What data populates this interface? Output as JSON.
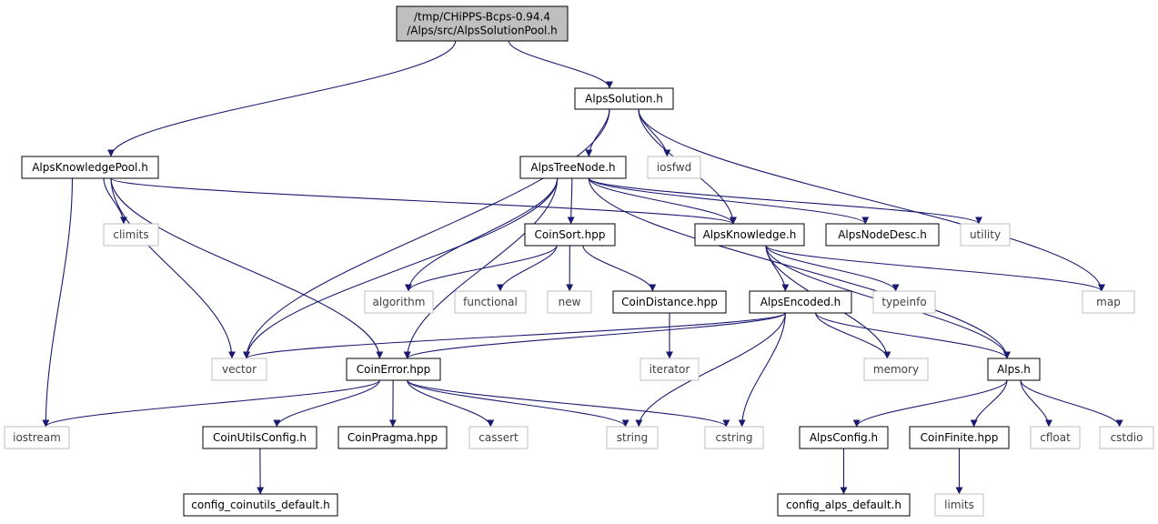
{
  "colors": {
    "edge": "#191970",
    "root_fill": "#bfbfbf",
    "local_border": "#000000",
    "system_border": "#bfbfbf",
    "system_text": "#3f3f3f",
    "text": "#000000"
  },
  "nodes": [
    {
      "id": "root",
      "lines": [
        "/tmp/CHiPPS-Bcps-0.94.4",
        "/Alps/src/AlpsSolutionPool.h"
      ],
      "kind": "root"
    },
    {
      "id": "alpssolution",
      "lines": [
        "AlpsSolution.h"
      ],
      "kind": "local"
    },
    {
      "id": "alpsknowledgepool",
      "lines": [
        "AlpsKnowledgePool.h"
      ],
      "kind": "local"
    },
    {
      "id": "alpstreenode",
      "lines": [
        "AlpsTreeNode.h"
      ],
      "kind": "local"
    },
    {
      "id": "iosfwd",
      "lines": [
        "iosfwd"
      ],
      "kind": "system"
    },
    {
      "id": "climits",
      "lines": [
        "climits"
      ],
      "kind": "system"
    },
    {
      "id": "coinsort",
      "lines": [
        "CoinSort.hpp"
      ],
      "kind": "local"
    },
    {
      "id": "alpsknowledge",
      "lines": [
        "AlpsKnowledge.h"
      ],
      "kind": "local"
    },
    {
      "id": "alpsnodedesc",
      "lines": [
        "AlpsNodeDesc.h"
      ],
      "kind": "local"
    },
    {
      "id": "utility",
      "lines": [
        "utility"
      ],
      "kind": "system"
    },
    {
      "id": "algorithm",
      "lines": [
        "algorithm"
      ],
      "kind": "system"
    },
    {
      "id": "functional",
      "lines": [
        "functional"
      ],
      "kind": "system"
    },
    {
      "id": "new",
      "lines": [
        "new"
      ],
      "kind": "system"
    },
    {
      "id": "coindistance",
      "lines": [
        "CoinDistance.hpp"
      ],
      "kind": "local"
    },
    {
      "id": "alpsencoded",
      "lines": [
        "AlpsEncoded.h"
      ],
      "kind": "local"
    },
    {
      "id": "typeinfo",
      "lines": [
        "typeinfo"
      ],
      "kind": "system"
    },
    {
      "id": "map",
      "lines": [
        "map"
      ],
      "kind": "system"
    },
    {
      "id": "vector",
      "lines": [
        "vector"
      ],
      "kind": "system"
    },
    {
      "id": "coinerror",
      "lines": [
        "CoinError.hpp"
      ],
      "kind": "local"
    },
    {
      "id": "iterator",
      "lines": [
        "iterator"
      ],
      "kind": "system"
    },
    {
      "id": "memory",
      "lines": [
        "memory"
      ],
      "kind": "system"
    },
    {
      "id": "alps",
      "lines": [
        "Alps.h"
      ],
      "kind": "local"
    },
    {
      "id": "iostream",
      "lines": [
        "iostream"
      ],
      "kind": "system"
    },
    {
      "id": "coinutilsconfig",
      "lines": [
        "CoinUtilsConfig.h"
      ],
      "kind": "local"
    },
    {
      "id": "coinpragma",
      "lines": [
        "CoinPragma.hpp"
      ],
      "kind": "local"
    },
    {
      "id": "cassert",
      "lines": [
        "cassert"
      ],
      "kind": "system"
    },
    {
      "id": "string",
      "lines": [
        "string"
      ],
      "kind": "system"
    },
    {
      "id": "cstring",
      "lines": [
        "cstring"
      ],
      "kind": "system"
    },
    {
      "id": "alpsconfig",
      "lines": [
        "AlpsConfig.h"
      ],
      "kind": "local"
    },
    {
      "id": "coinfinite",
      "lines": [
        "CoinFinite.hpp"
      ],
      "kind": "local"
    },
    {
      "id": "cfloat",
      "lines": [
        "cfloat"
      ],
      "kind": "system"
    },
    {
      "id": "cstdio",
      "lines": [
        "cstdio"
      ],
      "kind": "system"
    },
    {
      "id": "configcoinutils",
      "lines": [
        "config_coinutils_default.h"
      ],
      "kind": "local"
    },
    {
      "id": "configalps",
      "lines": [
        "config_alps_default.h"
      ],
      "kind": "local"
    },
    {
      "id": "limits",
      "lines": [
        "limits"
      ],
      "kind": "system"
    }
  ],
  "edges": [
    {
      "from": "root",
      "to": "alpsknowledgepool"
    },
    {
      "from": "root",
      "to": "alpssolution"
    },
    {
      "from": "alpsknowledgepool",
      "to": "climits"
    },
    {
      "from": "alpsknowledgepool",
      "to": "alpsknowledge"
    },
    {
      "from": "alpsknowledgepool",
      "to": "vector"
    },
    {
      "from": "alpsknowledgepool",
      "to": "coinerror"
    },
    {
      "from": "alpsknowledgepool",
      "to": "iostream"
    },
    {
      "from": "alpssolution",
      "to": "alpstreenode"
    },
    {
      "from": "alpssolution",
      "to": "iosfwd"
    },
    {
      "from": "alpssolution",
      "to": "alpsknowledge"
    },
    {
      "from": "alpssolution",
      "to": "map"
    },
    {
      "from": "alpssolution",
      "to": "vector"
    },
    {
      "from": "alpstreenode",
      "to": "coinsort"
    },
    {
      "from": "alpstreenode",
      "to": "alpsknowledge"
    },
    {
      "from": "alpstreenode",
      "to": "alpsnodedesc"
    },
    {
      "from": "alpstreenode",
      "to": "utility"
    },
    {
      "from": "alpstreenode",
      "to": "alps"
    },
    {
      "from": "alpstreenode",
      "to": "algorithm"
    },
    {
      "from": "alpstreenode",
      "to": "vector"
    },
    {
      "from": "alpstreenode",
      "to": "coinerror"
    },
    {
      "from": "coinsort",
      "to": "algorithm"
    },
    {
      "from": "coinsort",
      "to": "functional"
    },
    {
      "from": "coinsort",
      "to": "new"
    },
    {
      "from": "coinsort",
      "to": "coindistance"
    },
    {
      "from": "coindistance",
      "to": "iterator"
    },
    {
      "from": "alpsknowledge",
      "to": "alpsencoded"
    },
    {
      "from": "alpsknowledge",
      "to": "typeinfo"
    },
    {
      "from": "alpsknowledge",
      "to": "map"
    },
    {
      "from": "alpsknowledge",
      "to": "memory"
    },
    {
      "from": "alpsknowledge",
      "to": "alps"
    },
    {
      "from": "alpsencoded",
      "to": "vector"
    },
    {
      "from": "alpsencoded",
      "to": "coinerror"
    },
    {
      "from": "alpsencoded",
      "to": "memory"
    },
    {
      "from": "alpsencoded",
      "to": "alps"
    },
    {
      "from": "alpsencoded",
      "to": "string"
    },
    {
      "from": "alpsencoded",
      "to": "cstring"
    },
    {
      "from": "coinerror",
      "to": "iostream"
    },
    {
      "from": "coinerror",
      "to": "coinutilsconfig"
    },
    {
      "from": "coinerror",
      "to": "coinpragma"
    },
    {
      "from": "coinerror",
      "to": "cassert"
    },
    {
      "from": "coinerror",
      "to": "string"
    },
    {
      "from": "coinerror",
      "to": "cstring"
    },
    {
      "from": "coinutilsconfig",
      "to": "configcoinutils"
    },
    {
      "from": "alps",
      "to": "alpsconfig"
    },
    {
      "from": "alps",
      "to": "coinfinite"
    },
    {
      "from": "alps",
      "to": "cfloat"
    },
    {
      "from": "alps",
      "to": "cstdio"
    },
    {
      "from": "alpsconfig",
      "to": "configalps"
    },
    {
      "from": "coinfinite",
      "to": "limits"
    }
  ]
}
